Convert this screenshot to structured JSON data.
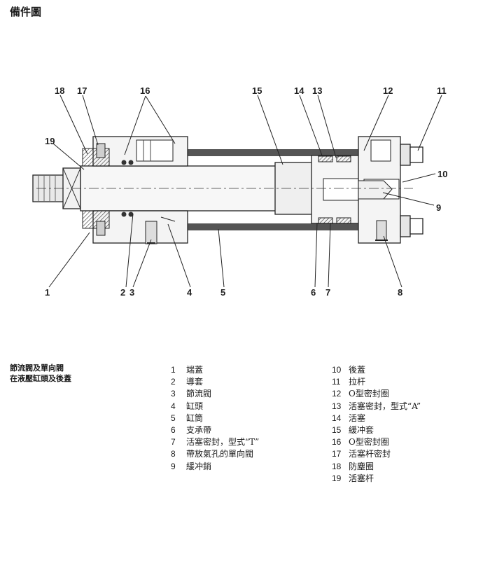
{
  "title": "備件圖",
  "callouts": [
    "1",
    "2",
    "3",
    "4",
    "5",
    "6",
    "7",
    "8",
    "9",
    "10",
    "11",
    "12",
    "13",
    "14",
    "15",
    "16",
    "17",
    "18",
    "19"
  ],
  "note": [
    "節流閥及單向閥",
    "在液壓缸頭及後蓋"
  ],
  "legend_left": [
    {
      "n": "1",
      "label": "端蓋"
    },
    {
      "n": "2",
      "label": "導套"
    },
    {
      "n": "3",
      "label": "節流閥"
    },
    {
      "n": "4",
      "label": "缸頭"
    },
    {
      "n": "5",
      "label": "缸筒"
    },
    {
      "n": "6",
      "label": "支承帶"
    },
    {
      "n": "7",
      "label": "活塞密封，型式“T”"
    },
    {
      "n": "8",
      "label": "帶放氣孔的單向閥"
    },
    {
      "n": "9",
      "label": "緩冲銷"
    }
  ],
  "legend_right": [
    {
      "n": "10",
      "label": "後蓋"
    },
    {
      "n": "11",
      "label": "拉杆"
    },
    {
      "n": "12",
      "label": "O型密封圈"
    },
    {
      "n": "13",
      "label": "活塞密封，型式“A”"
    },
    {
      "n": "14",
      "label": "活塞"
    },
    {
      "n": "15",
      "label": "緩冲套"
    },
    {
      "n": "16",
      "label": "O型密封圈"
    },
    {
      "n": "17",
      "label": "活塞杆密封"
    },
    {
      "n": "18",
      "label": "防塵圈"
    },
    {
      "n": "19",
      "label": "活塞杆"
    }
  ]
}
